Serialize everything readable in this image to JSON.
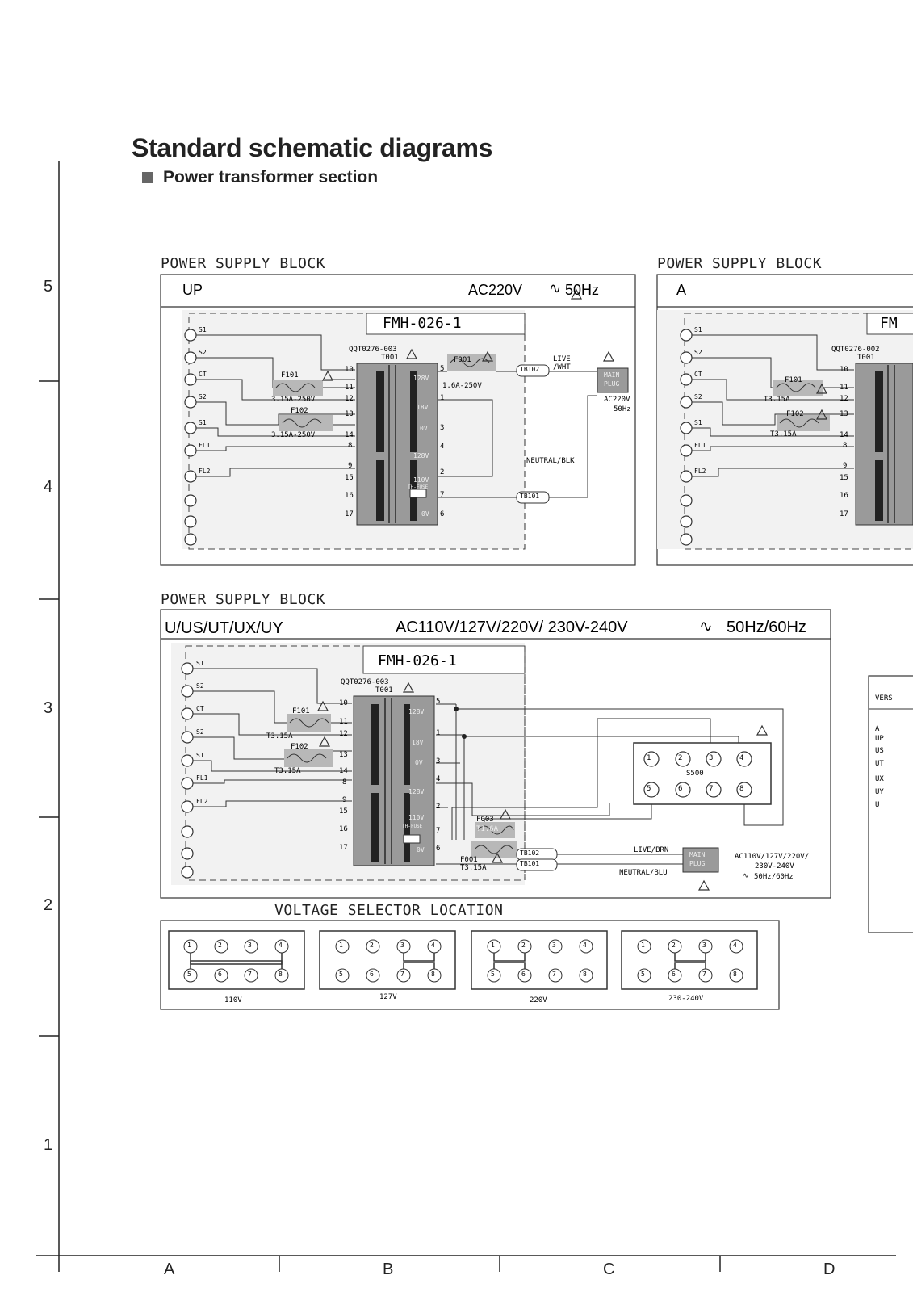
{
  "page": {
    "title": "Standard schematic diagrams",
    "subtitle": "Power transformer section"
  },
  "grid": {
    "rows": [
      "5",
      "4",
      "3",
      "2",
      "1"
    ],
    "columns": [
      "A",
      "B",
      "C",
      "D"
    ]
  },
  "block_up": {
    "heading": "POWER SUPPLY BLOCK",
    "model": "UP",
    "ac_spec": "AC220V",
    "freq": "50Hz",
    "board": "FMH-026-1",
    "transformer_part": "QQT0276-003",
    "transformer_ref": "T001",
    "left_pins": [
      "S1",
      "S2",
      "CT",
      "S2",
      "S1",
      "FL1",
      "FL2"
    ],
    "f101": "F101",
    "f101_rating": "3.15A-250V",
    "f102": "F102",
    "f102_rating": "3.15A-250V",
    "f001": "F001",
    "f001_rating": "1.6A-250V",
    "pin_nums_left": [
      "10",
      "11",
      "12",
      "13",
      "14",
      "8",
      "9",
      "15",
      "16",
      "17"
    ],
    "pin_nums_right": [
      "5",
      "1",
      "3",
      "4",
      "2",
      "7",
      "6"
    ],
    "winding_labels": [
      "128V",
      "18V",
      "0V",
      "128V",
      "110V",
      "TH-FUSE",
      "0V"
    ],
    "tb102": "TB102",
    "tb101": "TB101",
    "live": "LIVE",
    "live_color": "/WHT",
    "neutral": "NEUTRAL/BLK",
    "main": "MAIN",
    "plug": "PLUG",
    "plug_spec": "AC220V",
    "plug_freq": "50Hz"
  },
  "block_a": {
    "heading": "POWER SUPPLY BLOCK",
    "model": "A",
    "board": "FM",
    "transformer_part": "QQT0276-002",
    "transformer_ref": "T001",
    "left_pins": [
      "S1",
      "S2",
      "CT",
      "S2",
      "S1",
      "FL1",
      "FL2"
    ],
    "f101": "F101",
    "f101_rating": "T3.15A",
    "f102": "F102",
    "f102_rating": "T3.15A",
    "pin_nums": [
      "10",
      "11",
      "12",
      "13",
      "14",
      "8",
      "9",
      "15",
      "16",
      "17"
    ]
  },
  "block_multi": {
    "heading": "POWER SUPPLY BLOCK",
    "model": "U/US/UT/UX/UY",
    "ac_spec": "AC110V/127V/220V/ 230V-240V",
    "freq": "50Hz/60Hz",
    "board": "FMH-026-1",
    "transformer_part": "QQT0276-003",
    "transformer_ref": "T001",
    "left_pins": [
      "S1",
      "S2",
      "CT",
      "S2",
      "S1",
      "FL1",
      "FL2"
    ],
    "f101": "F101",
    "f101_rating": "T3.15A",
    "f102": "F102",
    "f102_rating": "T3.15A",
    "f003": "F003",
    "f003_rating": "T1.6A",
    "f001": "F001",
    "f001_rating": "T3.15A",
    "pin_nums_left": [
      "10",
      "11",
      "12",
      "13",
      "14",
      "8",
      "9",
      "15",
      "16",
      "17"
    ],
    "pin_nums_right": [
      "5",
      "1",
      "3",
      "4",
      "2",
      "7",
      "6"
    ],
    "winding_labels": [
      "128V",
      "18V",
      "0V",
      "128V",
      "110V",
      "TH-FUSE",
      "0V"
    ],
    "selector": "S500",
    "selector_top": [
      "1",
      "2",
      "3",
      "4"
    ],
    "selector_bottom": [
      "5",
      "6",
      "7",
      "8"
    ],
    "tb102": "TB102",
    "tb101": "TB101",
    "live": "LIVE/BRN",
    "neutral": "NEUTRAL/BLU",
    "main": "MAIN",
    "plug": "PLUG",
    "plug_spec1": "AC110V/127V/220V/",
    "plug_spec2": "230V-240V",
    "plug_freq": "50Hz/60Hz"
  },
  "voltage_selector": {
    "heading": "VOLTAGE SELECTOR LOCATION",
    "settings": [
      "110V",
      "127V",
      "220V",
      "230-240V"
    ],
    "top_pins": [
      "1",
      "2",
      "3",
      "4"
    ],
    "bottom_pins": [
      "5",
      "6",
      "7",
      "8"
    ]
  },
  "version_table": {
    "header": "VERS",
    "rows": [
      "A",
      "UP",
      "US",
      "UT",
      "UX",
      "UY",
      "U"
    ]
  },
  "colors": {
    "shade": "#b8b8b8",
    "transformer": "#9a9a9a",
    "line": "#333333"
  }
}
